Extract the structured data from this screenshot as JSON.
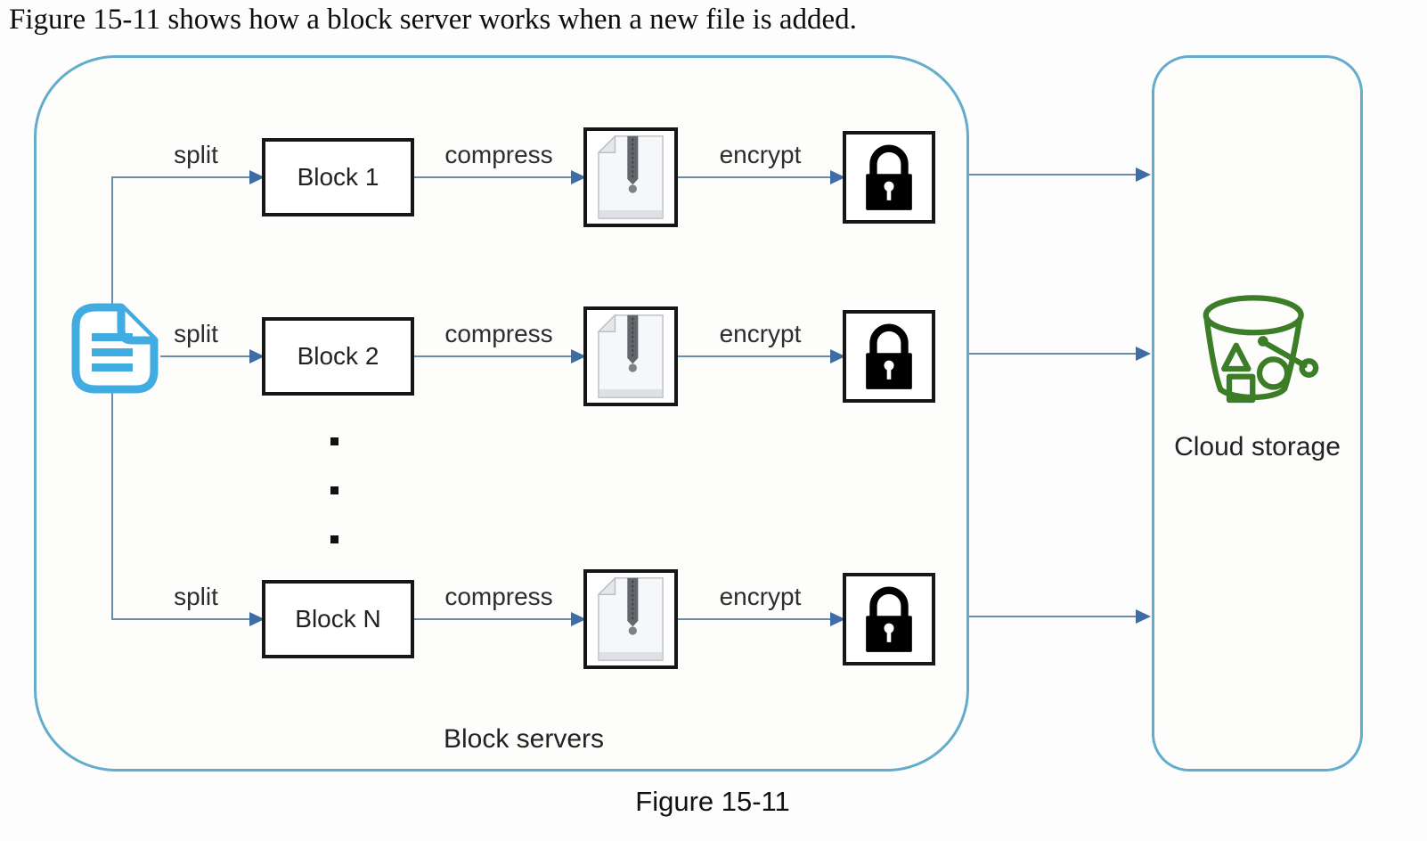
{
  "intro_text": "Figure 15-11 shows how a block server works when a new file is added.",
  "figure_caption": "Figure 15-11",
  "diagram": {
    "block_servers": {
      "label": "Block servers",
      "source_file_icon": "file-document-icon",
      "ellipsis_icon": "vertical-ellipsis-dots",
      "rows": [
        {
          "split_label": "split",
          "block_label": "Block 1",
          "compress_label": "compress",
          "compressed_icon": "zip-file-icon",
          "encrypt_label": "encrypt",
          "encrypted_icon": "padlock-icon"
        },
        {
          "split_label": "split",
          "block_label": "Block 2",
          "compress_label": "compress",
          "compressed_icon": "zip-file-icon",
          "encrypt_label": "encrypt",
          "encrypted_icon": "padlock-icon"
        },
        {
          "split_label": "split",
          "block_label": "Block N",
          "compress_label": "compress",
          "compressed_icon": "zip-file-icon",
          "encrypt_label": "encrypt",
          "encrypted_icon": "padlock-icon"
        }
      ]
    },
    "cloud_storage": {
      "label": "Cloud storage",
      "icon": "bucket-icon"
    },
    "colors": {
      "container_border": "#63accb",
      "arrow_line": "#6a8cab",
      "arrow_head": "#3e6da6",
      "box_border": "#161616",
      "file_icon_blue": "#41ace2",
      "bucket_green": "#3c7d27",
      "text": "#2d2d2d"
    }
  }
}
